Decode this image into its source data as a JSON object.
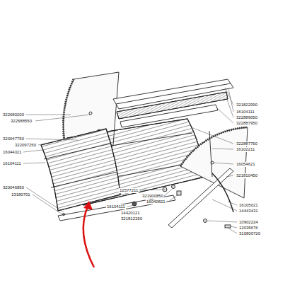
{
  "diagram": {
    "labels": [
      "321822990",
      "16104111",
      "322889050",
      "322887950",
      "322887750",
      "16102211",
      "16054621",
      "321810450",
      "322680200",
      "322688550",
      "320047750",
      "322097250",
      "16044321",
      "16104111",
      "320046850",
      "13180701",
      "12577211",
      "321900850",
      "16040821",
      "16104111",
      "14420121",
      "321812150",
      "16105021",
      "14443431",
      "10902224",
      "12035676",
      "316800720"
    ]
  }
}
